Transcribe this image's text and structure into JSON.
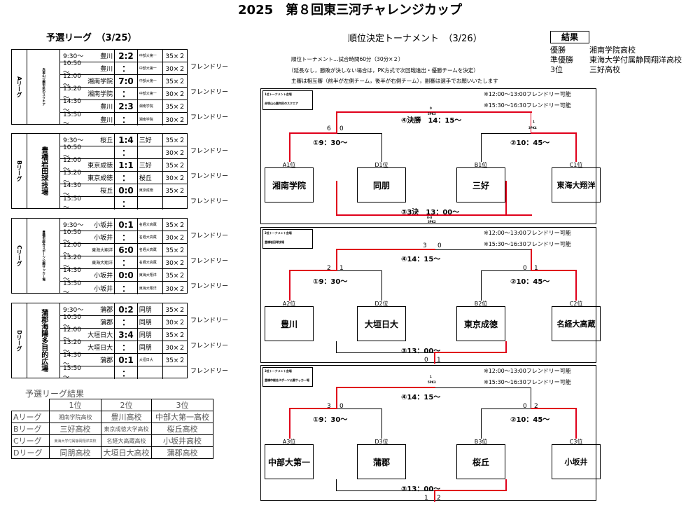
{
  "title": "2025　第８回東三河チャレンジカップ",
  "prelim_title": "予選リーグ　（3/25）",
  "tournament_title": "順位決定トーナメント　（3/26）",
  "rules": [
    "順位トーナメント…試合時間60分（30分×２）",
    "（延長なし，勝敗が決しない場合は，PK方式で次回戦進出・優勝チームを決定）",
    "主審は相互審（前半が左側チーム，後半が右側チーム），副審は選手でお願いいたします"
  ],
  "final_results": {
    "label": "結果",
    "rows": [
      {
        "place": "優勝",
        "team": "湘南学院高校"
      },
      {
        "place": "準優勝",
        "team": "東海大学付属静岡翔洋高校"
      },
      {
        "place": "3位",
        "team": "三好高校"
      }
    ]
  },
  "friendly": "フレンドリー",
  "leagues": [
    {
      "name": "Aリーグ",
      "venue": "赤塚山公園市民のスクエア",
      "rows": [
        {
          "time": "9:30～",
          "home": "豊川",
          "score": "2:2",
          "away": "中部大第一",
          "dur": "35×２",
          "fr": ""
        },
        {
          "time": "10:50～",
          "home": "豊川",
          "score": "：",
          "away": "中部大第一",
          "dur": "30×２",
          "fr": "フレンドリー"
        },
        {
          "time": "12:00～",
          "home": "湘南学院",
          "score": "7:0",
          "away": "中部大第一",
          "dur": "35×２",
          "fr": ""
        },
        {
          "time": "13:20～",
          "home": "湘南学院",
          "score": "：",
          "away": "中部大第一",
          "dur": "30×２",
          "fr": "フレンドリー"
        },
        {
          "time": "14:30～",
          "home": "豊川",
          "score": "2:3",
          "away": "湘南学院",
          "dur": "35×２",
          "fr": ""
        },
        {
          "time": "15:50～",
          "home": "豊川",
          "score": "：",
          "away": "湘南学院",
          "dur": "30×２",
          "fr": "フレンドリー"
        }
      ]
    },
    {
      "name": "Bリーグ",
      "venue": "豊橋岩田球技場",
      "rows": [
        {
          "time": "9:30～",
          "home": "桜丘",
          "score": "1:4",
          "away": "三好",
          "dur": "35×２",
          "fr": ""
        },
        {
          "time": "10:50～",
          "home": "",
          "score": "：",
          "away": "",
          "dur": "30×２",
          "fr": "フレンドリー"
        },
        {
          "time": "12:00～",
          "home": "東京成徳",
          "score": "1:1",
          "away": "三好",
          "dur": "35×２",
          "fr": ""
        },
        {
          "time": "13:20～",
          "home": "東京成徳",
          "score": "：",
          "away": "桜丘",
          "dur": "30×２",
          "fr": "フレンドリー"
        },
        {
          "time": "14:30～",
          "home": "桜丘",
          "score": "0:0",
          "away": "東京成徳",
          "dur": "35×２",
          "fr": ""
        },
        {
          "time": "15:50～",
          "home": "",
          "score": "：",
          "away": "",
          "dur": "",
          "fr": "フレンドリー"
        }
      ]
    },
    {
      "name": "Cリーグ",
      "venue": "豊橋市総合スポーツ公園サッカー場",
      "rows": [
        {
          "time": "9:30～",
          "home": "小坂井",
          "score": "0:1",
          "away": "名経大高蔵",
          "dur": "35×２",
          "fr": ""
        },
        {
          "time": "10:50～",
          "home": "小坂井",
          "score": "：",
          "away": "名経大高蔵",
          "dur": "30×２",
          "fr": "フレンドリー"
        },
        {
          "time": "12:00～",
          "home": "東海大翔洋",
          "score": "6:0",
          "away": "名経大高蔵",
          "dur": "35×２",
          "fr": ""
        },
        {
          "time": "13:20～",
          "home": "東海大翔洋",
          "score": "：",
          "away": "名経大高蔵",
          "dur": "30×２",
          "fr": "フレンドリー"
        },
        {
          "time": "14:30～",
          "home": "小坂井",
          "score": "0:0",
          "away": "東海大翔洋",
          "dur": "35×２",
          "fr": ""
        },
        {
          "time": "15:50～",
          "home": "小坂井",
          "score": "：",
          "away": "東海大翔洋",
          "dur": "30×２",
          "fr": "フレンドリー"
        }
      ]
    },
    {
      "name": "Dリーグ",
      "venue": "蒲郡海陽多目的広場",
      "rows": [
        {
          "time": "9:30～",
          "home": "蒲郡",
          "score": "0:2",
          "away": "同朋",
          "dur": "35×２",
          "fr": ""
        },
        {
          "time": "10:50～",
          "home": "蒲郡",
          "score": "：",
          "away": "同朋",
          "dur": "30×２",
          "fr": "フレンドリー"
        },
        {
          "time": "12:00～",
          "home": "大垣日大",
          "score": "3:4",
          "away": "同朋",
          "dur": "35×２",
          "fr": ""
        },
        {
          "time": "13:20～",
          "home": "大垣日大",
          "score": "：",
          "away": "同朋",
          "dur": "30×２",
          "fr": "フレンドリー"
        },
        {
          "time": "14:30～",
          "home": "蒲郡",
          "score": "0:1",
          "away": "大垣日大",
          "dur": "35×２",
          "fr": ""
        },
        {
          "time": "15:50～",
          "home": "",
          "score": "：",
          "away": "",
          "dur": "",
          "fr": "フレンドリー"
        }
      ]
    }
  ],
  "league_results": {
    "title": "予選リーグ結果",
    "headers": [
      "1位",
      "2位",
      "3位"
    ],
    "rows": [
      {
        "league": "Aリーグ",
        "p1": "湘南学院高校",
        "p2": "豊川高校",
        "p3": "中部大第一高校"
      },
      {
        "league": "Bリーグ",
        "p1": "三好高校",
        "p2": "東京成徳大学高校",
        "p3": "桜丘高校"
      },
      {
        "league": "Cリーグ",
        "p1": "東海大学付属静岡翔洋高校",
        "p2": "名経大高蔵高校",
        "p3": "小坂井高校"
      },
      {
        "league": "Dリーグ",
        "p1": "同朋高校",
        "p2": "大垣日大高校",
        "p3": "蒲郡高校"
      }
    ]
  },
  "brackets": [
    {
      "name": "1位トーナメント会場",
      "venue": "赤塚山公園市民のスクエア",
      "notes": [
        "※12:00～13:00フレンドリー可能",
        "※15:30～16:30フレンドリー可能"
      ],
      "final_label": "④決勝　14：15～",
      "sf1_label": "①9：30～",
      "sf2_label": "②10：45～",
      "third_label": "③3決　13：00～",
      "final_score": "0",
      "final_pk": "5PK3",
      "sf1_score_l": "6",
      "sf1_score_r": "0",
      "sf2_score": "1",
      "sf2_pk": "3PK4",
      "third_score": "0-0",
      "third_pk": "3PK2",
      "teams": [
        {
          "seed": "A1位",
          "name": "湘南学院"
        },
        {
          "seed": "D1位",
          "name": "同朋"
        },
        {
          "seed": "B1位",
          "name": "三好"
        },
        {
          "seed": "C1位",
          "name": "東海大翔洋"
        }
      ]
    },
    {
      "name": "2位トーナメント会場",
      "venue": "豊橋岩田球技場",
      "notes": [
        "※12:00～13:00フレンドリー可能",
        "※15:30～16:30フレンドリー可能"
      ],
      "final_label": "④14：15～",
      "sf1_label": "①9：30～",
      "sf2_label": "②10：45～",
      "third_label": "③13：00～",
      "final_l": "3",
      "final_r": "0",
      "sf1_l": "2",
      "sf1_r": "1",
      "sf2_l": "0",
      "sf2_r": "1",
      "third_l": "0",
      "third_r": "1",
      "teams": [
        {
          "seed": "A2位",
          "name": "豊川"
        },
        {
          "seed": "D2位",
          "name": "大垣日大"
        },
        {
          "seed": "B2位",
          "name": "東京成徳"
        },
        {
          "seed": "C2位",
          "name": "名経大高蔵"
        }
      ]
    },
    {
      "name": "3位トーナメント会場",
      "venue": "豊橋市総合スポーツ公園サッカー場",
      "notes": [
        "※12:00～13:00フレンドリー可能",
        "※15:30～16:30フレンドリー可能"
      ],
      "final_label": "④14：15～",
      "sf1_label": "①9：30～",
      "sf2_label": "②10：45～",
      "third_label": "③13：00～",
      "final_score": "1",
      "final_pk": "5PK3",
      "sf1_l": "3",
      "sf1_r": "0",
      "sf2_l": "0",
      "sf2_r": "2",
      "third_l": "1",
      "third_r": "2",
      "teams": [
        {
          "seed": "A3位",
          "name": "中部大第一"
        },
        {
          "seed": "D3位",
          "name": "蒲郡"
        },
        {
          "seed": "B3位",
          "name": "桜丘"
        },
        {
          "seed": "C3位",
          "name": "小坂井"
        }
      ]
    }
  ]
}
